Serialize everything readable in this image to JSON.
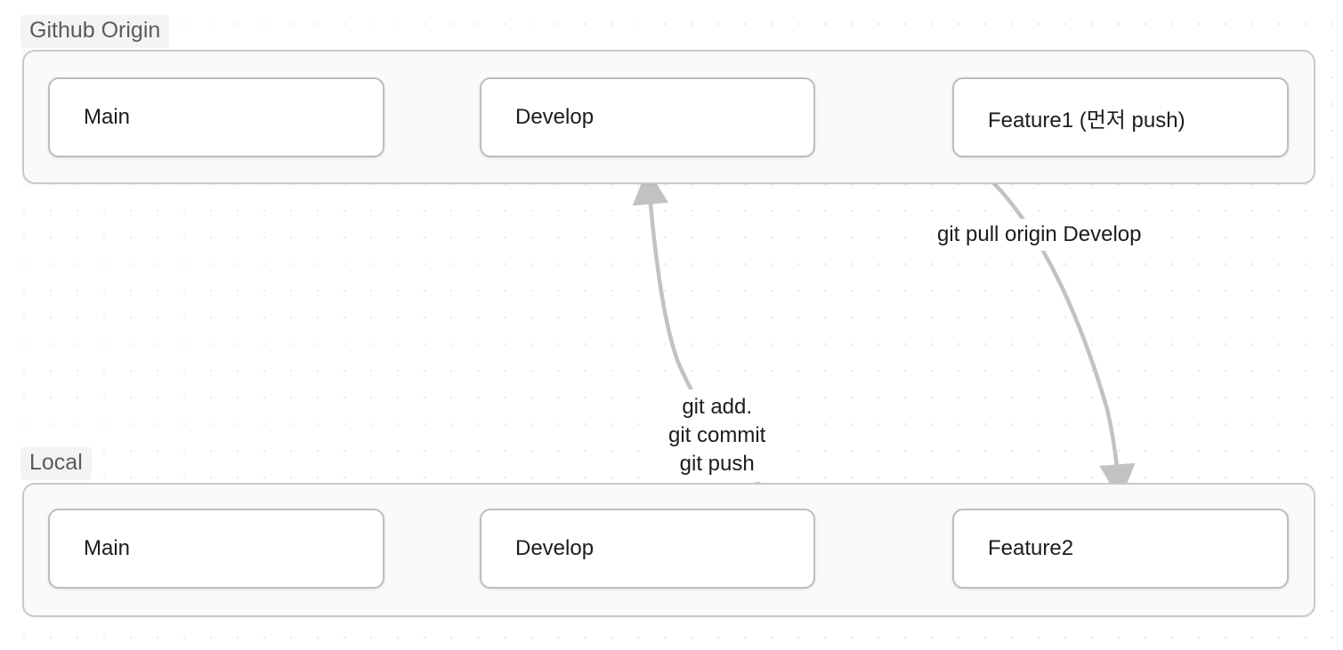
{
  "diagram": {
    "title_visible": false,
    "groups": [
      {
        "id": "origin",
        "label": "Github Origin",
        "nodes": [
          {
            "id": "origin-main",
            "label": "Main"
          },
          {
            "id": "origin-develop",
            "label": "Develop"
          },
          {
            "id": "origin-feature1",
            "label": "Feature1 (먼저 push)"
          }
        ]
      },
      {
        "id": "local",
        "label": "Local",
        "nodes": [
          {
            "id": "local-main",
            "label": "Main"
          },
          {
            "id": "local-develop",
            "label": "Develop"
          },
          {
            "id": "local-feature2",
            "label": "Feature2"
          }
        ]
      }
    ],
    "edge_labels": {
      "pull": "git pull origin Develop",
      "push_line1": "git add.",
      "push_line2": "git commit",
      "push_line3": "git push"
    },
    "colors": {
      "canvas_background": "#ffffff",
      "dot_grid": "#e6e6e8",
      "group_border": "#c9c9c9",
      "group_fill": "#fafafa",
      "node_border": "#bdbdbd",
      "node_fill": "#ffffff",
      "node_text": "#1c1c1e",
      "group_label_text": "#5b5b5f",
      "group_label_fill": "#f4f4f5",
      "edge_stroke": "#c2c2c2"
    },
    "edges": [
      {
        "id": "feature1-to-origin-develop",
        "from": "origin-feature1",
        "to": "origin-develop",
        "style": "straight-arrow"
      },
      {
        "id": "feature1-to-local-feature2",
        "from": "origin-feature1",
        "to": "local-feature2",
        "label": "git pull origin Develop",
        "style": "curved-arrow"
      },
      {
        "id": "feature2-to-origin-develop",
        "from": "local-feature2",
        "to": "origin-develop",
        "label": "git add. git commit git push",
        "style": "curved-arrow"
      }
    ]
  }
}
